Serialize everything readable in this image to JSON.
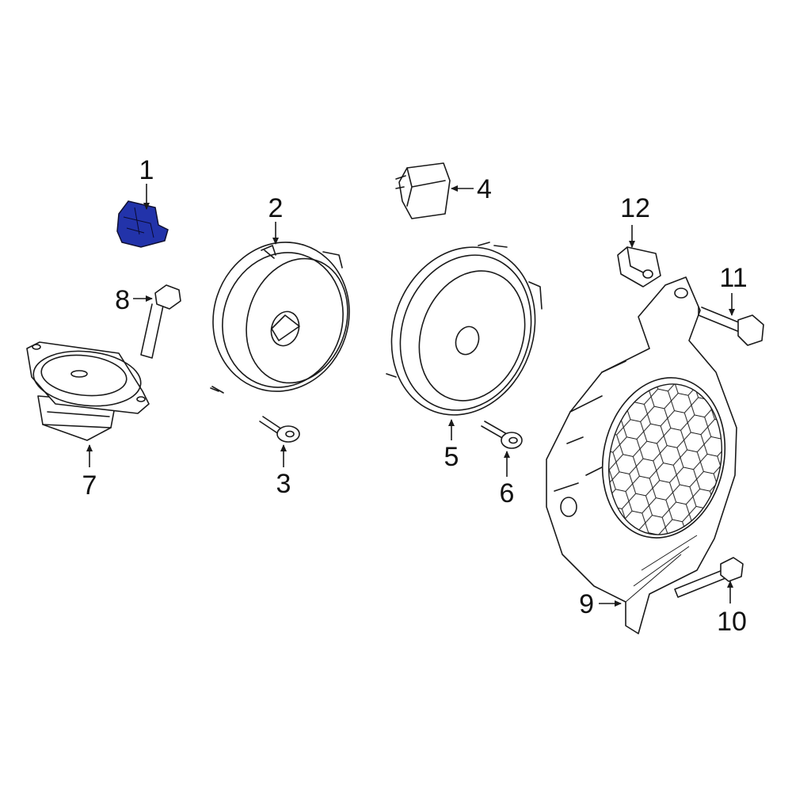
{
  "highlight_color": "#2233aa",
  "parts": [
    {
      "id": "part-1",
      "callout": "1",
      "highlighted": true
    },
    {
      "id": "part-2",
      "callout": "2"
    },
    {
      "id": "part-3",
      "callout": "3"
    },
    {
      "id": "part-4",
      "callout": "4"
    },
    {
      "id": "part-5",
      "callout": "5"
    },
    {
      "id": "part-6",
      "callout": "6"
    },
    {
      "id": "part-7",
      "callout": "7"
    },
    {
      "id": "part-8",
      "callout": "8"
    },
    {
      "id": "part-9",
      "callout": "9"
    },
    {
      "id": "part-10",
      "callout": "10"
    },
    {
      "id": "part-11",
      "callout": "11"
    },
    {
      "id": "part-12",
      "callout": "12"
    }
  ]
}
